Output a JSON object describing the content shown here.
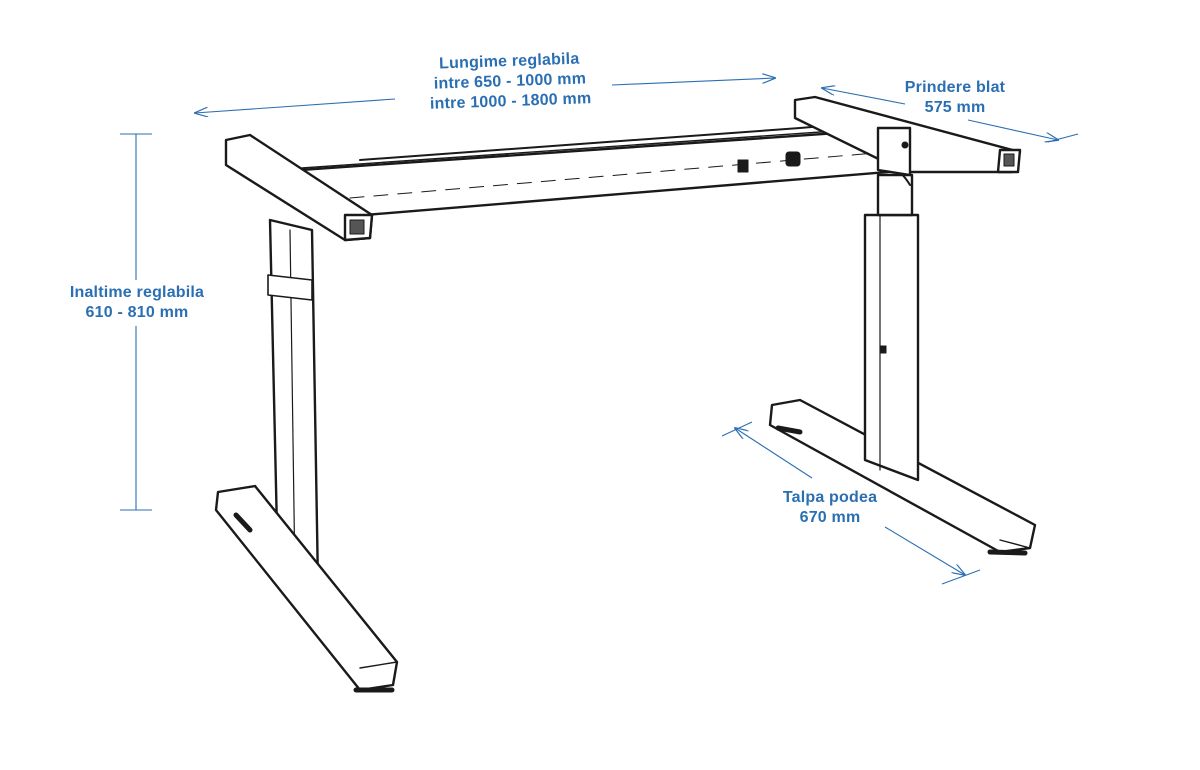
{
  "colors": {
    "dimension_blue": "#2b6fb3",
    "frame_outline": "#1a1a1a",
    "frame_fill": "#ffffff"
  },
  "labels": {
    "length": {
      "title": "Lungime reglabila",
      "range1": "intre 650 - 1000 mm",
      "range2": "intre 1000 - 1800 mm"
    },
    "mount": {
      "title": "Prindere blat",
      "value": "575 mm"
    },
    "height": {
      "title": "Inaltime reglabila",
      "value": "610 - 810 mm"
    },
    "foot": {
      "title": "Talpa podea",
      "value": "670 mm"
    }
  }
}
